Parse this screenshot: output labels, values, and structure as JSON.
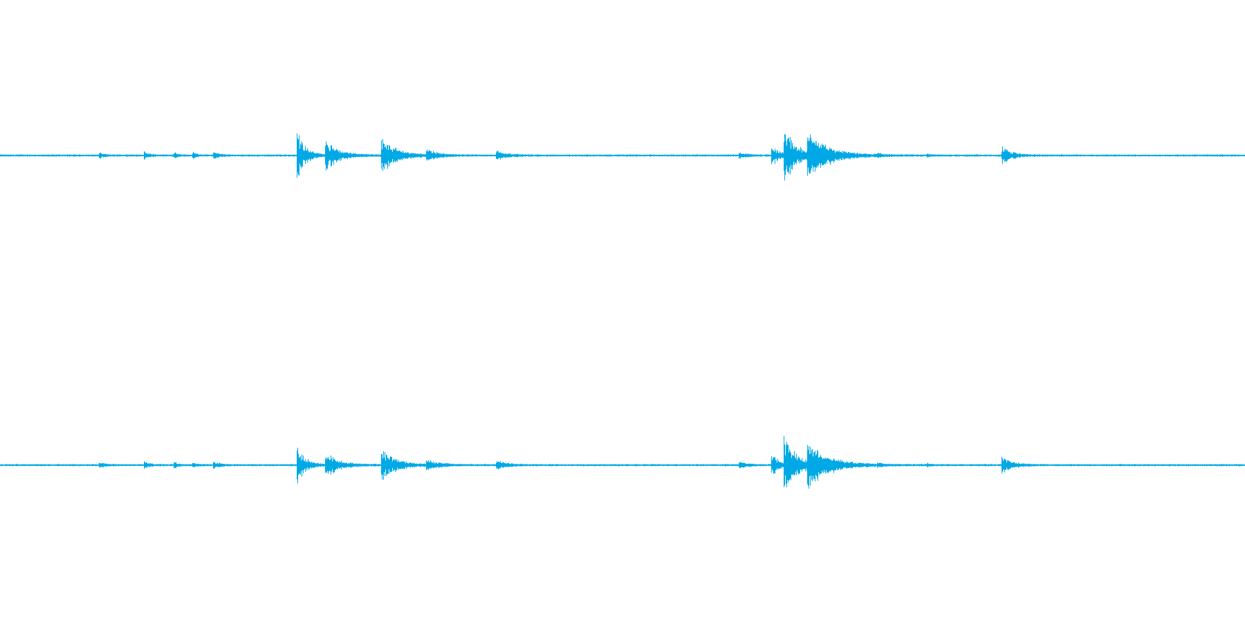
{
  "colors": {
    "background": "#ffffff",
    "waveform": "#00a9e6"
  },
  "channels": [
    {
      "id": "channel-1",
      "events": [
        {
          "t": 0.08,
          "amp": 0.05,
          "decay": 0.004
        },
        {
          "t": 0.116,
          "amp": 0.07,
          "decay": 0.004
        },
        {
          "t": 0.14,
          "amp": 0.05,
          "decay": 0.003
        },
        {
          "t": 0.155,
          "amp": 0.05,
          "decay": 0.003
        },
        {
          "t": 0.172,
          "amp": 0.07,
          "decay": 0.004
        },
        {
          "t": 0.239,
          "amp": 0.48,
          "decay": 0.006
        },
        {
          "t": 0.262,
          "amp": 0.27,
          "decay": 0.01
        },
        {
          "t": 0.307,
          "amp": 0.34,
          "decay": 0.012
        },
        {
          "t": 0.343,
          "amp": 0.12,
          "decay": 0.008
        },
        {
          "t": 0.399,
          "amp": 0.09,
          "decay": 0.008
        },
        {
          "t": 0.594,
          "amp": 0.06,
          "decay": 0.006
        },
        {
          "t": 0.62,
          "amp": 0.2,
          "decay": 0.006
        },
        {
          "t": 0.63,
          "amp": 0.55,
          "decay": 0.01
        },
        {
          "t": 0.649,
          "amp": 0.45,
          "decay": 0.016
        },
        {
          "t": 0.705,
          "amp": 0.03,
          "decay": 0.004
        },
        {
          "t": 0.745,
          "amp": 0.03,
          "decay": 0.003
        },
        {
          "t": 0.805,
          "amp": 0.16,
          "decay": 0.008
        }
      ]
    },
    {
      "id": "channel-2",
      "events": [
        {
          "t": 0.08,
          "amp": 0.05,
          "decay": 0.004
        },
        {
          "t": 0.116,
          "amp": 0.07,
          "decay": 0.004
        },
        {
          "t": 0.14,
          "amp": 0.05,
          "decay": 0.003
        },
        {
          "t": 0.155,
          "amp": 0.05,
          "decay": 0.003
        },
        {
          "t": 0.172,
          "amp": 0.07,
          "decay": 0.004
        },
        {
          "t": 0.239,
          "amp": 0.38,
          "decay": 0.006
        },
        {
          "t": 0.262,
          "amp": 0.25,
          "decay": 0.01
        },
        {
          "t": 0.307,
          "amp": 0.28,
          "decay": 0.012
        },
        {
          "t": 0.343,
          "amp": 0.12,
          "decay": 0.008
        },
        {
          "t": 0.399,
          "amp": 0.09,
          "decay": 0.008
        },
        {
          "t": 0.594,
          "amp": 0.06,
          "decay": 0.006
        },
        {
          "t": 0.62,
          "amp": 0.22,
          "decay": 0.006
        },
        {
          "t": 0.63,
          "amp": 0.52,
          "decay": 0.01
        },
        {
          "t": 0.649,
          "amp": 0.44,
          "decay": 0.016
        },
        {
          "t": 0.705,
          "amp": 0.03,
          "decay": 0.004
        },
        {
          "t": 0.745,
          "amp": 0.03,
          "decay": 0.003
        },
        {
          "t": 0.805,
          "amp": 0.16,
          "decay": 0.008
        }
      ]
    }
  ]
}
